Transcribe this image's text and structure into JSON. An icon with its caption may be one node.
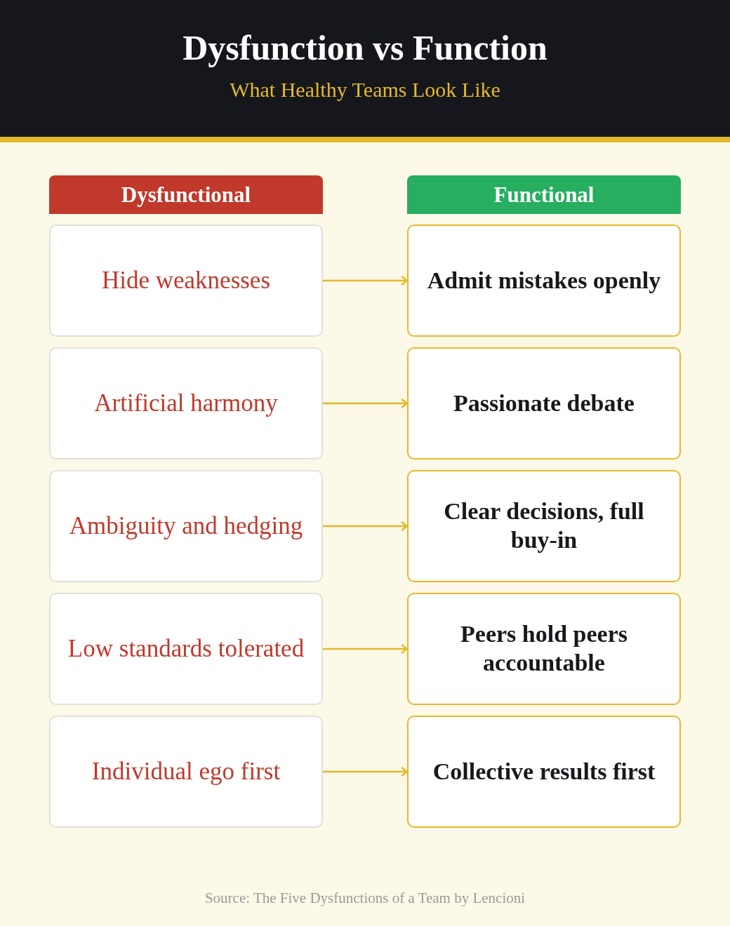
{
  "diagram": {
    "title": "Dysfunction vs Function",
    "nodes": [
      {
        "text": [
          "Dysfunctional"
        ]
      },
      {
        "text": [
          "Functional"
        ]
      },
      {
        "text": [
          "Hide weaknesses"
        ]
      },
      {
        "text": [
          "Admit mistakes openly"
        ]
      },
      {
        "text": [
          "Artificial harmony"
        ]
      },
      {
        "text": [
          "Passionate debate"
        ]
      },
      {
        "text": [
          "Ambiguity and hedging"
        ]
      },
      {
        "text": [
          "Clear decisions, full buy-in"
        ]
      },
      {
        "text": [
          "Low standards tolerated"
        ]
      },
      {
        "text": [
          "Peers hold peers accountable"
        ]
      },
      {
        "text": [
          "Individual ego first"
        ]
      },
      {
        "text": [
          "Collective results first"
        ]
      }
    ],
    "edges": [
      {
        "from": 2,
        "to": 3,
        "arrow": "to"
      },
      {
        "from": 4,
        "to": 5,
        "arrow": "to"
      },
      {
        "from": 6,
        "to": 7,
        "arrow": "to"
      },
      {
        "from": 8,
        "to": 9,
        "arrow": "to"
      },
      {
        "from": 10,
        "to": 11,
        "arrow": "to"
      }
    ],
    "labels": [
      "What Healthy Teams Look Like",
      "Source: The Five Dysfunctions of a Team by Lencioni"
    ]
  }
}
